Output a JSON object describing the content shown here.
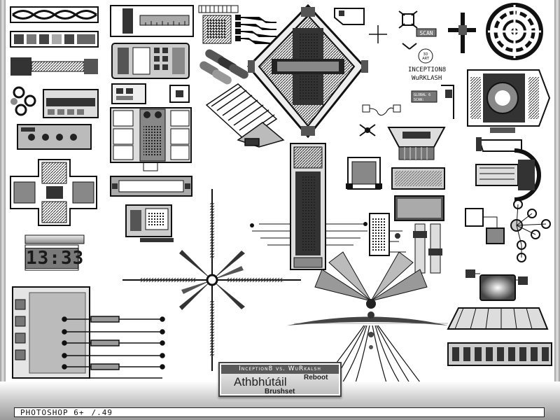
{
  "status_bar": {
    "version": "PHOTOSHOP 6+",
    "count": "/.49"
  },
  "title_plate": {
    "header": "Inception8 vs. WuRkalsh",
    "title": "Athbhútáil",
    "superscript": "Reboot",
    "subtitle": "Brushset"
  },
  "labels": {
    "scan": "SCAN",
    "art_badge": "3D\nART",
    "credit_line1": "INCEPTION8",
    "credit_line2": "WuRKLASH",
    "global_scan": "GLOBAL 6\nSCAN:"
  },
  "clock": {
    "time": "13:33"
  },
  "colors": {
    "ink": "#111111",
    "mid": "#7a7a7a",
    "light": "#d9d9d9"
  }
}
